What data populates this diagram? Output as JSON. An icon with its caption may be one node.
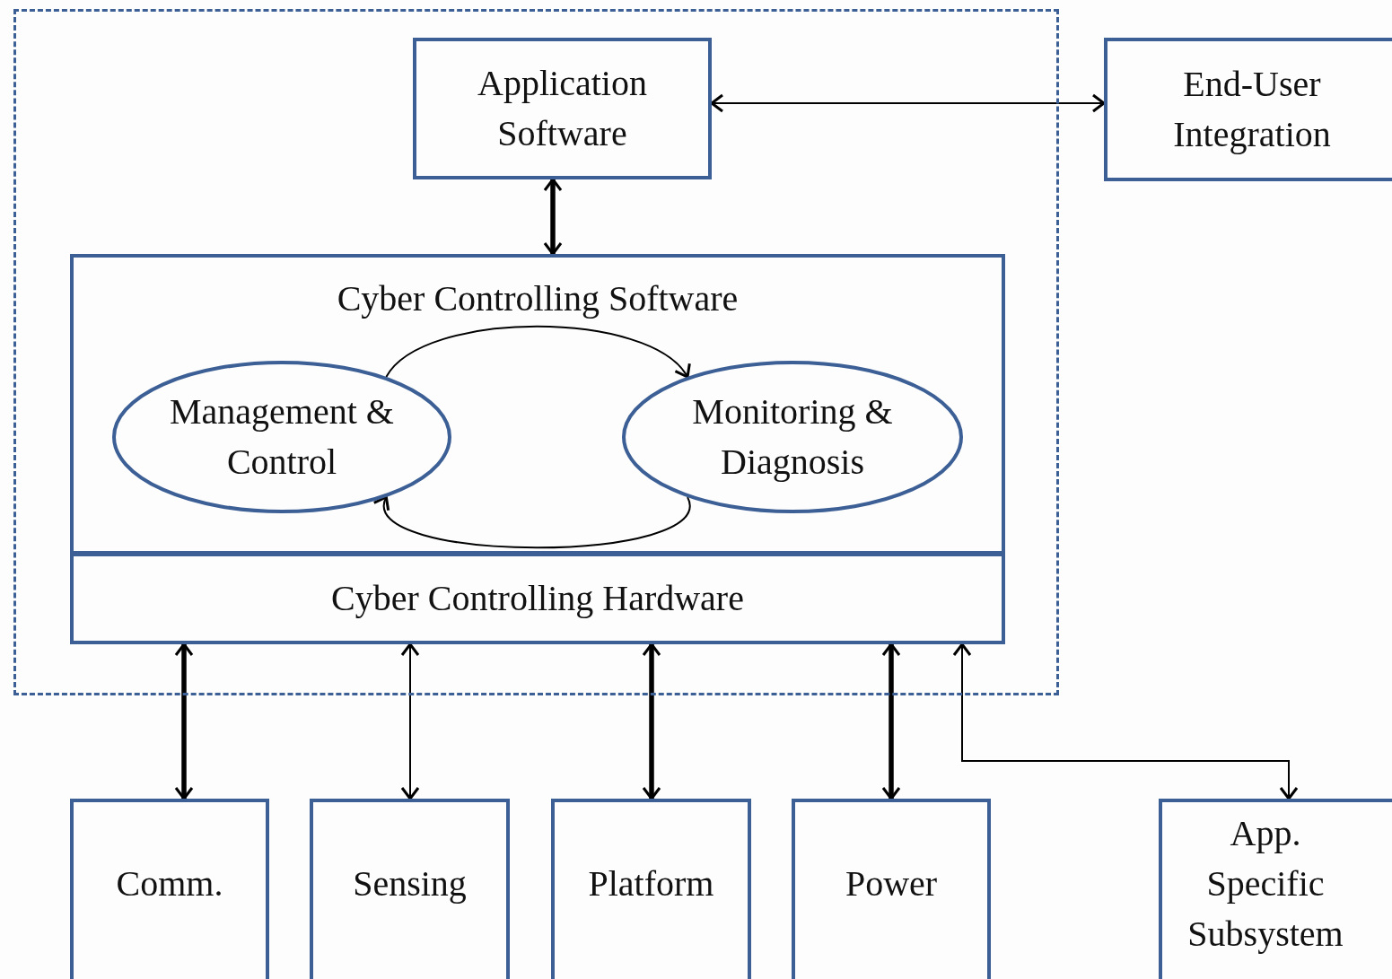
{
  "diagram": {
    "nodes": [
      {
        "text": [],
        "shape": "box"
      },
      {
        "text": [
          "Application Software"
        ],
        "in": 0
      },
      {
        "text": [
          "End-User Integration"
        ]
      },
      {
        "text": [
          "Cyber Controlling Software"
        ],
        "in": 0
      },
      {
        "text": [
          "Management & Control"
        ],
        "in": 3
      },
      {
        "text": [
          "Monitoring & Diagnosis"
        ],
        "in": 3
      },
      {
        "text": [
          "Cyber Controlling Hardware"
        ],
        "in": 0
      },
      {
        "text": [
          "Comm."
        ]
      },
      {
        "text": [
          "Sensing"
        ]
      },
      {
        "text": [
          "Platform"
        ]
      },
      {
        "text": [
          "Power"
        ]
      },
      {
        "text": [
          "App. Specific Subsystem"
        ]
      }
    ],
    "edges": [
      {
        "from": 1,
        "to": 2,
        "arrow": "both"
      },
      {
        "from": 1,
        "to": 3,
        "arrow": "both",
        "style": "thick"
      },
      {
        "from": 4,
        "to": 5,
        "arrow": "to"
      },
      {
        "from": 5,
        "to": 4,
        "arrow": "to"
      },
      {
        "from": 6,
        "to": 7,
        "arrow": "both",
        "style": "thick"
      },
      {
        "from": 6,
        "to": 8,
        "arrow": "both"
      },
      {
        "from": 6,
        "to": 9,
        "arrow": "both",
        "style": "thick"
      },
      {
        "from": 6,
        "to": 10,
        "arrow": "both",
        "style": "thick"
      },
      {
        "from": 6,
        "to": 11,
        "arrow": "both"
      }
    ]
  }
}
